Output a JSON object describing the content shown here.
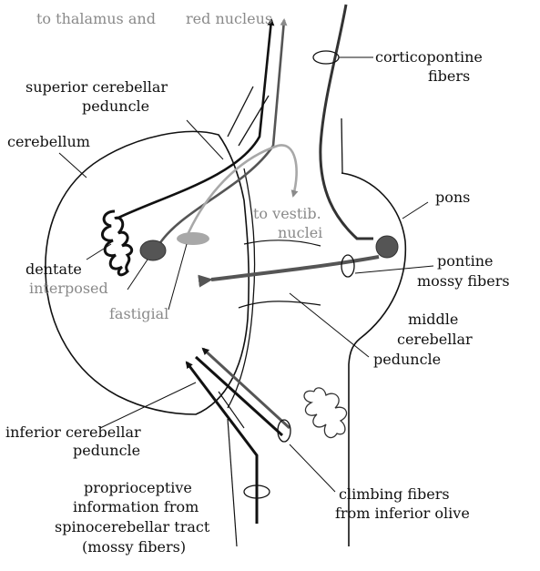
{
  "labels": {
    "thalamus_1": "to thalamus and",
    "thalamus_2": "red nucleus",
    "corticopontine_1": "corticopontine",
    "corticopontine_2": "fibers",
    "scp_1": "superior cerebellar",
    "scp_2": "peduncle",
    "cerebellum": "cerebellum",
    "pons": "pons",
    "vestib_1": "to vestib.",
    "vestib_2": "nuclei",
    "dentate": "dentate",
    "interposed": "interposed",
    "fastigial": "fastigial",
    "pontine_1": "pontine",
    "pontine_2": "mossy fibers",
    "mcp_1": "middle",
    "mcp_2": "cerebellar",
    "mcp_3": "peduncle",
    "icp_1": "inferior cerebellar",
    "icp_2": "peduncle",
    "climbing_1": "climbing fibers",
    "climbing_2": "from inferior olive",
    "proprio_1": "proprioceptive",
    "proprio_2": "information from",
    "proprio_3": "spinocerebellar tract",
    "proprio_4": "(mossy fibers)"
  },
  "colors": {
    "ink": "#111111",
    "dark_gray": "#555555",
    "mid_gray": "#8a8a8a",
    "light_gray": "#a8a8a8"
  }
}
